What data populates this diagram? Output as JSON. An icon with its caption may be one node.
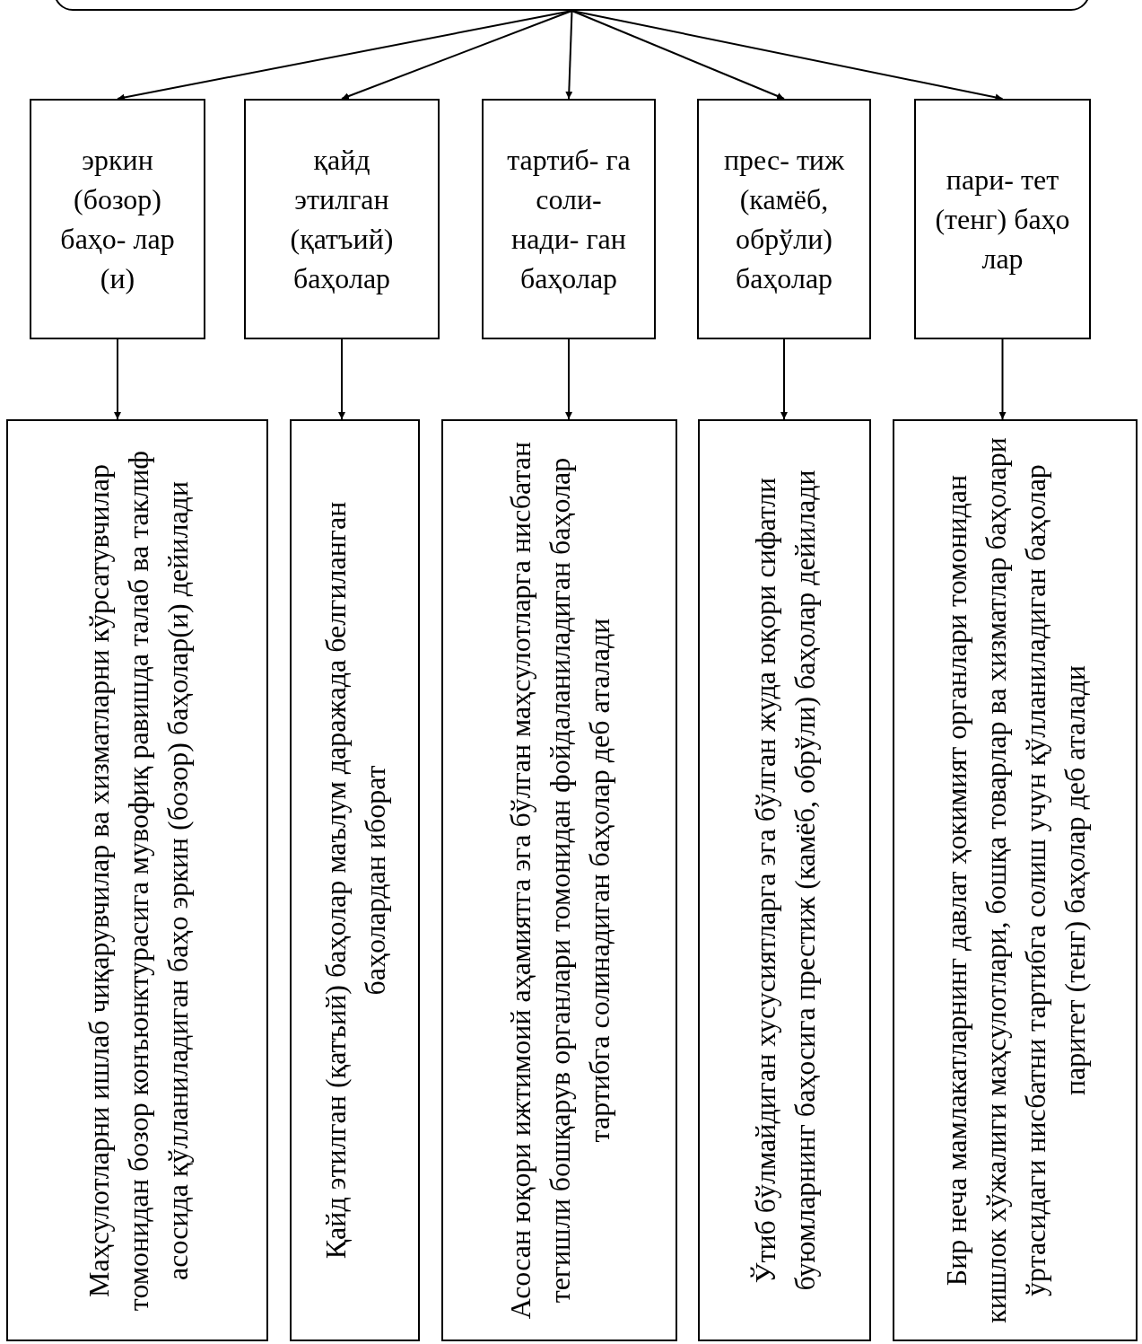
{
  "diagram": {
    "nodes": [
      {
        "text": [],
        "shape": "box"
      },
      {
        "text": [
          "эркин (бозор) баҳо- лар (и)"
        ]
      },
      {
        "text": [
          "қайд этилган (қатъий) баҳолар"
        ]
      },
      {
        "text": [
          "тартиб- га соли- нади- ган баҳолар"
        ]
      },
      {
        "text": [
          "прес- тиж (камёб, обрўли) баҳолар"
        ]
      },
      {
        "text": [
          "пари- тет (тенг) баҳо лар"
        ]
      },
      {
        "text": [
          "Маҳсулотларни ишлаб чиқарувчилар ва хизматларни кўрсатувчилар томонидан бозор конъюнктурасига мувофиқ равишда талаб ва таклиф асосида қўлланиладиган баҳо эркин (бозор) баҳолар(и) дейилади"
        ]
      },
      {
        "text": [
          "Қайд этилган (қатъий) баҳолар маълум даражада белгиланган баҳолардан иборат"
        ]
      },
      {
        "text": [
          "Асосан юқори ижтимоий аҳамиятга эга бўлган маҳсулотларга нисбатан тегишли бошқарув органлари томонидан фойдаланиладиган баҳолар тартибга солинадиган баҳолар деб аталади"
        ]
      },
      {
        "text": [
          "Ўтиб бўлмайдиган  хусусиятларга эга бўлган жуда юқори сифатли буюмларнинг баҳосига престиж (камёб, обрўли) баҳолар дейилади"
        ]
      },
      {
        "text": [
          "Бир неча мамлакатларнинг давлат ҳокимият органлари томонидан кишлок хўжалиги маҳсулотлари, бошқа товарлар ва хизматлар баҳолари ўртасидаги нисбатни тартибга солиш учун қўлланиладиган баҳолар паритет (тенг) баҳолар деб аталади"
        ]
      }
    ],
    "edges": [
      {
        "from": 0,
        "to": 1,
        "arrow": "to"
      },
      {
        "from": 0,
        "to": 2,
        "arrow": "to"
      },
      {
        "from": 0,
        "to": 3,
        "arrow": "to"
      },
      {
        "from": 0,
        "to": 4,
        "arrow": "to"
      },
      {
        "from": 0,
        "to": 5,
        "arrow": "to"
      },
      {
        "from": 1,
        "to": 6,
        "arrow": "to"
      },
      {
        "from": 2,
        "to": 7,
        "arrow": "to"
      },
      {
        "from": 3,
        "to": 8,
        "arrow": "to"
      },
      {
        "from": 4,
        "to": 9,
        "arrow": "to"
      },
      {
        "from": 5,
        "to": 10,
        "arrow": "to"
      }
    ]
  }
}
